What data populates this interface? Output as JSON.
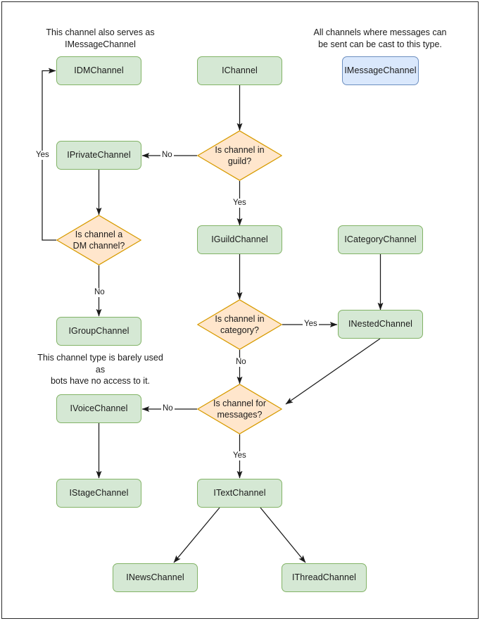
{
  "diagram": {
    "title": "Discord channel interface hierarchy flowchart",
    "colors": {
      "node_fill_green": "#d5e8d4",
      "node_stroke_green": "#82b366",
      "node_fill_blue": "#dae8fc",
      "node_stroke_blue": "#6c8ebf",
      "decision_fill": "#ffe6cc",
      "decision_stroke": "#d79b00",
      "edge_stroke": "#1a1a1a",
      "canvas_border": "#2b2b2b",
      "background": "#ffffff"
    },
    "notes": [
      {
        "id": "note-dm",
        "text": "This channel also serves as\nIMessageChannel"
      },
      {
        "id": "note-message",
        "text": "All channels where messages can\nbe sent can be cast to this type."
      },
      {
        "id": "note-group",
        "text": "This channel type is barely used as\nbots have no access to it."
      }
    ],
    "nodes": [
      {
        "id": "idmchannel",
        "label": "IDMChannel",
        "type": "process",
        "color": "green"
      },
      {
        "id": "ichannel",
        "label": "IChannel",
        "type": "process",
        "color": "green"
      },
      {
        "id": "imessagechannel",
        "label": "IMessageChannel",
        "type": "process",
        "color": "blue"
      },
      {
        "id": "iprivatechannel",
        "label": "IPrivateChannel",
        "type": "process",
        "color": "green"
      },
      {
        "id": "iguildchannel",
        "label": "IGuildChannel",
        "type": "process",
        "color": "green"
      },
      {
        "id": "icategorychannel",
        "label": "ICategoryChannel",
        "type": "process",
        "color": "green"
      },
      {
        "id": "igroupchannel",
        "label": "IGroupChannel",
        "type": "process",
        "color": "green"
      },
      {
        "id": "inestedchannel",
        "label": "INestedChannel",
        "type": "process",
        "color": "green"
      },
      {
        "id": "ivoicechannel",
        "label": "IVoiceChannel",
        "type": "process",
        "color": "green"
      },
      {
        "id": "istagechannel",
        "label": "IStageChannel",
        "type": "process",
        "color": "green"
      },
      {
        "id": "itextchannel",
        "label": "ITextChannel",
        "type": "process",
        "color": "green"
      },
      {
        "id": "inewschannel",
        "label": "INewsChannel",
        "type": "process",
        "color": "green"
      },
      {
        "id": "ithreadchannel",
        "label": "IThreadChannel",
        "type": "process",
        "color": "green"
      }
    ],
    "decisions": [
      {
        "id": "is-in-guild",
        "label": "Is channel in\nguild?"
      },
      {
        "id": "is-dm-channel",
        "label": "Is channel a\nDM channel?"
      },
      {
        "id": "is-in-category",
        "label": "Is channel in\ncategory?"
      },
      {
        "id": "is-for-messages",
        "label": "Is channel for\nmessages?"
      }
    ],
    "edge_labels": [
      {
        "id": "guild-no",
        "text": "No"
      },
      {
        "id": "guild-yes",
        "text": "Yes"
      },
      {
        "id": "dm-yes",
        "text": "Yes"
      },
      {
        "id": "dm-no",
        "text": "No"
      },
      {
        "id": "category-yes",
        "text": "Yes"
      },
      {
        "id": "category-no",
        "text": "No"
      },
      {
        "id": "messages-no",
        "text": "No"
      },
      {
        "id": "messages-yes",
        "text": "Yes"
      }
    ]
  }
}
